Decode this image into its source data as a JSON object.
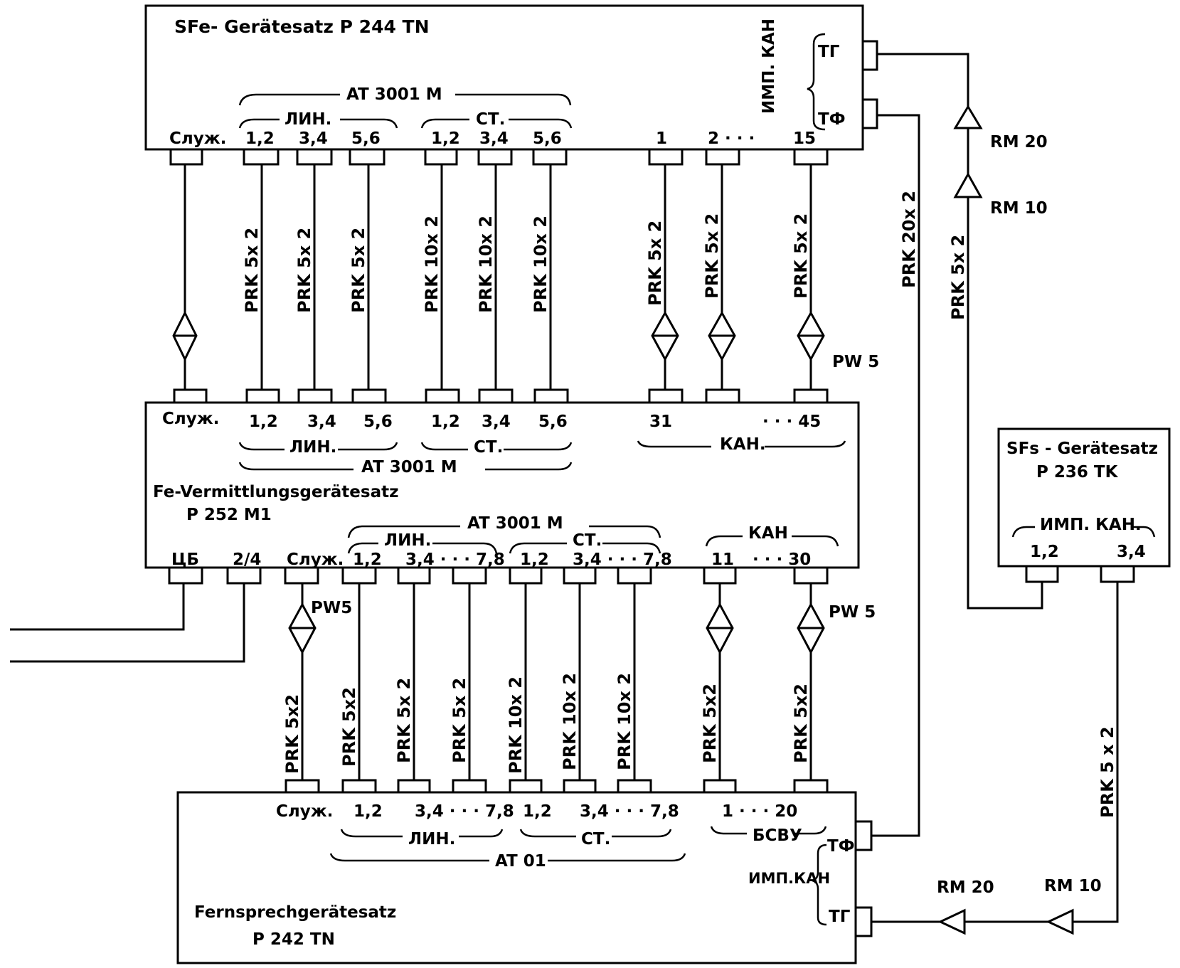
{
  "units": {
    "sfe": {
      "title": "SFe- Gerätesatz P 244 TN",
      "group_at": "AT 3001 M",
      "group_lin": "ЛИН.",
      "group_st": "СТ.",
      "imp_kan": "ИМП. КАН",
      "tg": "ТГ",
      "tf": "ТФ",
      "ports": {
        "sluzh": "Служ.",
        "lin12": "1,2",
        "lin34": "3,4",
        "lin56": "5,6",
        "st12": "1,2",
        "st34": "3,4",
        "st56": "5,6",
        "k1": "1",
        "k2": "2 · · ·",
        "k15": "15"
      }
    },
    "fe": {
      "title_line1": "Fe-Vermittlungsgerätesatz",
      "title_line2": "P 252 M1",
      "top_ports": {
        "sluzh": "Служ.",
        "lin12": "1,2",
        "lin34": "3,4",
        "lin56": "5,6",
        "st12": "1,2",
        "st34": "3,4",
        "st56": "5,6",
        "k31": "31",
        "k45": "· · · 45"
      },
      "top_lin": "ЛИН.",
      "top_st": "СТ.",
      "top_kan": "КАН.",
      "top_at": "AT 3001 M",
      "bottom_at": "AT 3001 M",
      "bottom_lin": "ЛИН.",
      "bottom_st": "СТ.",
      "bottom_kan": "КАН",
      "bottom_ports": {
        "cb": "ЦБ",
        "p24": "2/4",
        "sluzh": "Служ.",
        "lin12": "1,2",
        "lin34": "3,4 · · · 7,8",
        "st12": "1,2",
        "st34": "3,4 · · · 7,8",
        "k11": "11",
        "k30": "· · · 30"
      }
    },
    "fern": {
      "title_line1": "Fernsprechgerätesatz",
      "title_line2": "P 242 TN",
      "ports": {
        "sluzh": "Служ.",
        "lin12": "1,2",
        "lin34": "3,4 · · · 7,8",
        "st12": "1,2",
        "st34": "3,4 · · · 7,8",
        "k1": "1  · · ·  20"
      },
      "group_lin": "ЛИН.",
      "group_st": "СТ.",
      "group_at": "AT 01",
      "bsvu": "БСВУ",
      "tf": "ТФ",
      "imp_kan": "ИМП.КАН",
      "tg": "ТГ"
    },
    "sfs": {
      "title_line1": "SFs - Gerätesatz",
      "title_line2": "P 236 TK",
      "group": "ИМП. КАН.",
      "p12": "1,2",
      "p34": "3,4"
    }
  },
  "cables": {
    "upper": [
      "PRK 5x 2",
      "PRK 5x 2",
      "PRK 5x 2",
      "PRK 10x 2",
      "PRK 10x 2",
      "PRK 10x 2",
      "PRK 5x 2",
      "PRK 5x 2",
      "PRK 5x 2"
    ],
    "lower": [
      "PRK 5x2",
      "PRK 5x2",
      "PRK 5x 2",
      "PRK 5x 2",
      "PRK 10x 2",
      "PRK 10x 2",
      "PRK 10x 2",
      "PRK 5x2",
      "PRK 5x2"
    ],
    "tf_link": "PRK 20x 2",
    "sfs_up": "PRK 5x 2",
    "sfs_down": "PRK 5 x 2"
  },
  "symbols": {
    "pw5_upper": "PW 5",
    "pw5_lower_left": "PW5",
    "pw5_lower_right": "PW 5",
    "rm20_top": "RM 20",
    "rm10_top": "RM 10",
    "rm20_bottom": "RM 20",
    "rm10_bottom": "RM 10"
  }
}
